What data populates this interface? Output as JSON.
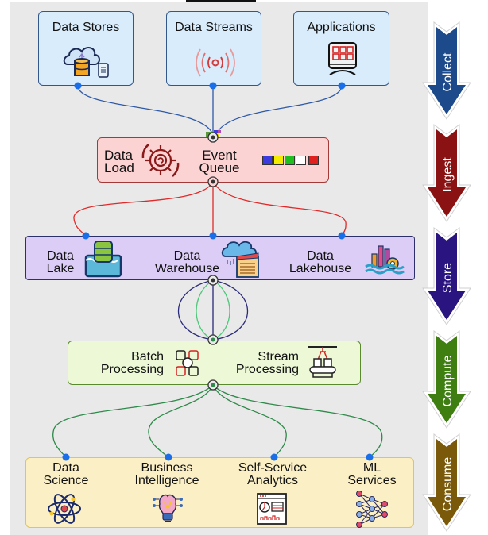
{
  "title_bar": "",
  "stages": [
    {
      "label": "Collect",
      "color": "#1d4a8a"
    },
    {
      "label": "Ingest",
      "color": "#8a1212"
    },
    {
      "label": "Store",
      "color": "#2a1580"
    },
    {
      "label": "Compute",
      "color": "#3f7f12"
    },
    {
      "label": "Consume",
      "color": "#7a5a0a"
    }
  ],
  "collect": {
    "items": [
      {
        "label": "Data Stores",
        "icon": "cloud-database-icon"
      },
      {
        "label": "Data Streams",
        "icon": "broadcast-signal-icon"
      },
      {
        "label": "Applications",
        "icon": "app-grid-monitor-icon"
      }
    ]
  },
  "ingest": {
    "data_load": "Data\nLoad",
    "event_queue": "Event\nQueue",
    "queue_colors": [
      "#3b3be0",
      "#f4ec00",
      "#1fbf1f",
      "#ffffff",
      "#e01f1f"
    ]
  },
  "store": {
    "items": [
      {
        "label": "Data\nLake",
        "icon": "data-lake-icon"
      },
      {
        "label": "Data\nWarehouse",
        "icon": "data-warehouse-icon"
      },
      {
        "label": "Data\nLakehouse",
        "icon": "data-lakehouse-icon"
      }
    ]
  },
  "compute": {
    "items": [
      {
        "label": "Batch\nProcessing",
        "icon": "batch-processing-icon"
      },
      {
        "label": "Stream\nProcessing",
        "icon": "stream-processing-icon"
      }
    ]
  },
  "consume": {
    "items": [
      {
        "label": "Data\nScience",
        "icon": "atom-icon"
      },
      {
        "label": "Business\nIntelligence",
        "icon": "brain-bulb-icon"
      },
      {
        "label": "Self-Service\nAnalytics",
        "icon": "dashboard-icon"
      },
      {
        "label": "ML\nServices",
        "icon": "neural-network-icon"
      }
    ]
  },
  "connector_colors": {
    "collect": "#2f5aa8",
    "ingest": "#e02a2a",
    "store": "#2a2a7a",
    "store_inner": "#4ec77a",
    "compute": "#2e8a4a",
    "dot": "#1a6fe8"
  }
}
